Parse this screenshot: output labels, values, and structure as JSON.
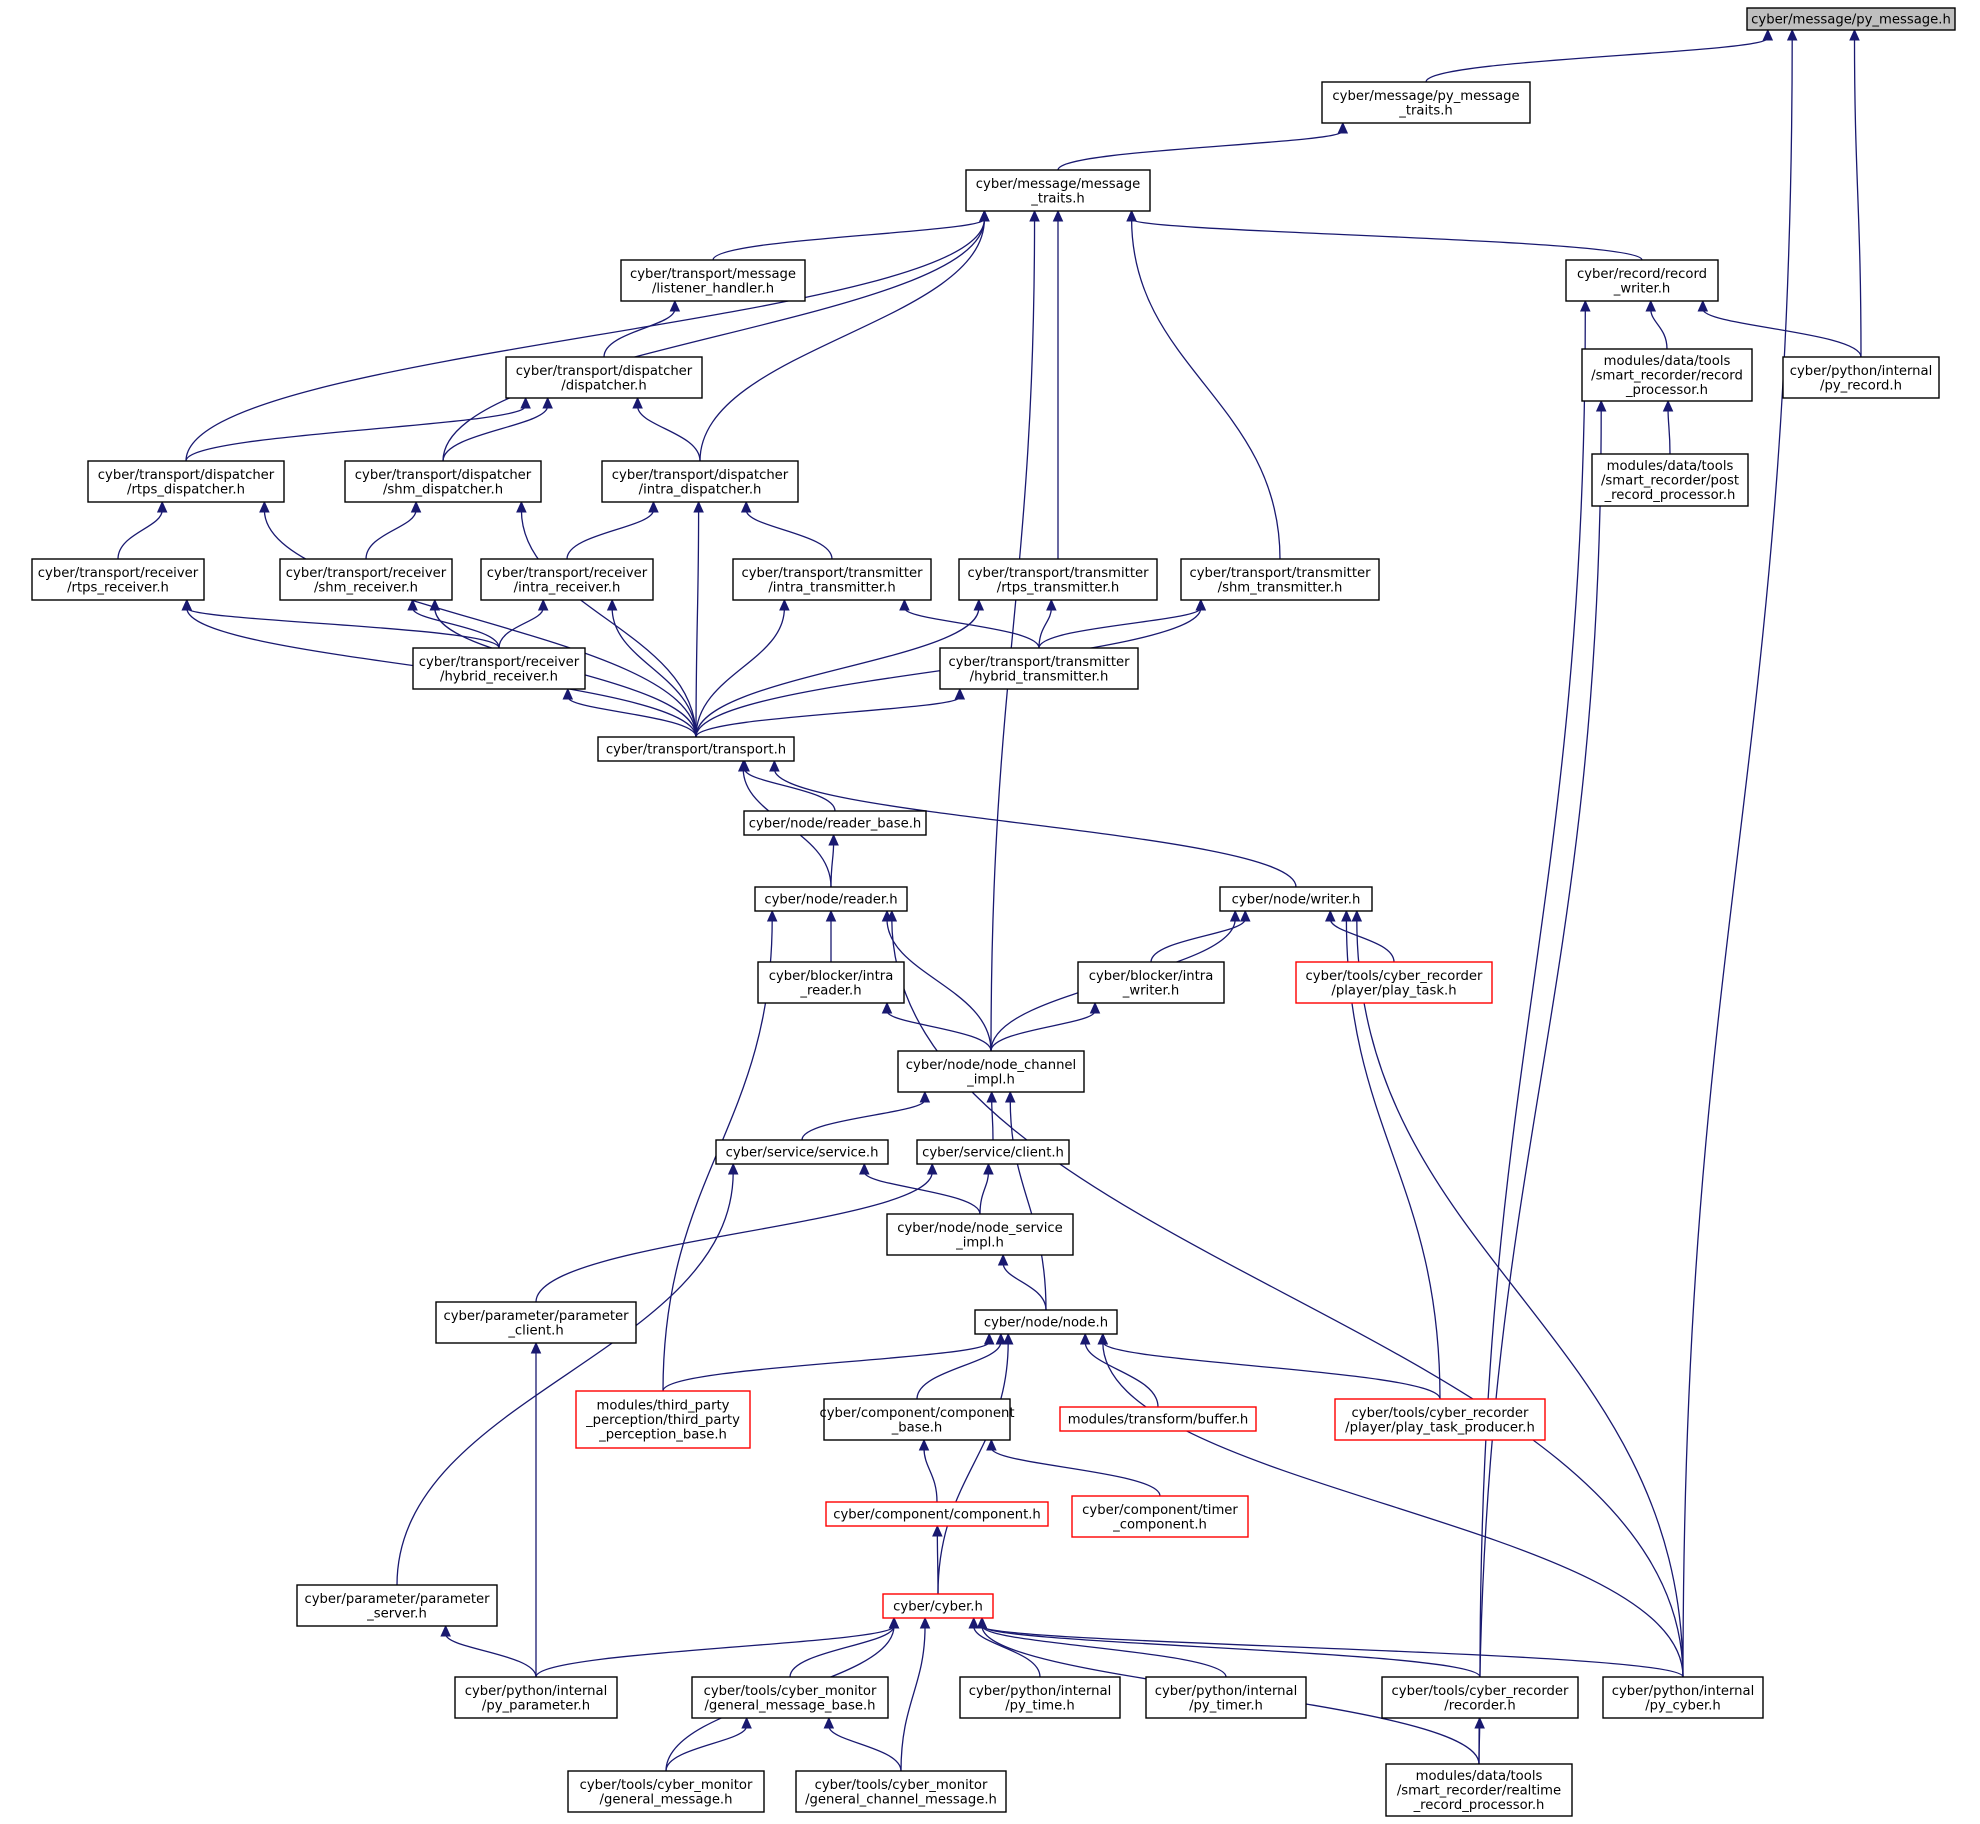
{
  "graph": {
    "colors": {
      "edge": "#191970",
      "node_border": "#000000",
      "node_border_truncated": "#ff0000",
      "root_fill": "#bfbfbf",
      "node_fill": "#ffffff"
    },
    "nodes": [
      {
        "id": "root",
        "lines": [
          "cyber/message/py_message.h"
        ],
        "style": "root"
      },
      {
        "id": "py_msg_traits",
        "lines": [
          "cyber/message/py_message",
          "_traits.h"
        ]
      },
      {
        "id": "msg_traits",
        "lines": [
          "cyber/message/message",
          "_traits.h"
        ]
      },
      {
        "id": "listener_handler",
        "lines": [
          "cyber/transport/message",
          "/listener_handler.h"
        ]
      },
      {
        "id": "record_writer",
        "lines": [
          "cyber/record/record",
          "_writer.h"
        ]
      },
      {
        "id": "dispatcher",
        "lines": [
          "cyber/transport/dispatcher",
          "/dispatcher.h"
        ]
      },
      {
        "id": "record_processor",
        "lines": [
          "modules/data/tools",
          "/smart_recorder/record",
          "_processor.h"
        ]
      },
      {
        "id": "py_record",
        "lines": [
          "cyber/python/internal",
          "/py_record.h"
        ]
      },
      {
        "id": "rtps_dispatcher",
        "lines": [
          "cyber/transport/dispatcher",
          "/rtps_dispatcher.h"
        ]
      },
      {
        "id": "shm_dispatcher",
        "lines": [
          "cyber/transport/dispatcher",
          "/shm_dispatcher.h"
        ]
      },
      {
        "id": "intra_dispatcher",
        "lines": [
          "cyber/transport/dispatcher",
          "/intra_dispatcher.h"
        ]
      },
      {
        "id": "post_record_processor",
        "lines": [
          "modules/data/tools",
          "/smart_recorder/post",
          "_record_processor.h"
        ]
      },
      {
        "id": "rtps_receiver",
        "lines": [
          "cyber/transport/receiver",
          "/rtps_receiver.h"
        ]
      },
      {
        "id": "shm_receiver",
        "lines": [
          "cyber/transport/receiver",
          "/shm_receiver.h"
        ]
      },
      {
        "id": "intra_receiver",
        "lines": [
          "cyber/transport/receiver",
          "/intra_receiver.h"
        ]
      },
      {
        "id": "intra_transmitter",
        "lines": [
          "cyber/transport/transmitter",
          "/intra_transmitter.h"
        ]
      },
      {
        "id": "rtps_transmitter",
        "lines": [
          "cyber/transport/transmitter",
          "/rtps_transmitter.h"
        ]
      },
      {
        "id": "shm_transmitter",
        "lines": [
          "cyber/transport/transmitter",
          "/shm_transmitter.h"
        ]
      },
      {
        "id": "hybrid_receiver",
        "lines": [
          "cyber/transport/receiver",
          "/hybrid_receiver.h"
        ]
      },
      {
        "id": "hybrid_transmitter",
        "lines": [
          "cyber/transport/transmitter",
          "/hybrid_transmitter.h"
        ]
      },
      {
        "id": "transport",
        "lines": [
          "cyber/transport/transport.h"
        ]
      },
      {
        "id": "reader_base",
        "lines": [
          "cyber/node/reader_base.h"
        ]
      },
      {
        "id": "reader",
        "lines": [
          "cyber/node/reader.h"
        ]
      },
      {
        "id": "writer",
        "lines": [
          "cyber/node/writer.h"
        ]
      },
      {
        "id": "intra_reader",
        "lines": [
          "cyber/blocker/intra",
          "_reader.h"
        ]
      },
      {
        "id": "intra_writer",
        "lines": [
          "cyber/blocker/intra",
          "_writer.h"
        ]
      },
      {
        "id": "play_task",
        "lines": [
          "cyber/tools/cyber_recorder",
          "/player/play_task.h"
        ],
        "style": "truncated"
      },
      {
        "id": "node_channel_impl",
        "lines": [
          "cyber/node/node_channel",
          "_impl.h"
        ]
      },
      {
        "id": "service",
        "lines": [
          "cyber/service/service.h"
        ]
      },
      {
        "id": "client",
        "lines": [
          "cyber/service/client.h"
        ]
      },
      {
        "id": "node_service_impl",
        "lines": [
          "cyber/node/node_service",
          "_impl.h"
        ]
      },
      {
        "id": "parameter_client",
        "lines": [
          "cyber/parameter/parameter",
          "_client.h"
        ]
      },
      {
        "id": "node",
        "lines": [
          "cyber/node/node.h"
        ]
      },
      {
        "id": "third_party",
        "lines": [
          "modules/third_party",
          "_perception/third_party",
          "_perception_base.h"
        ],
        "style": "truncated"
      },
      {
        "id": "component_base",
        "lines": [
          "cyber/component/component",
          "_base.h"
        ]
      },
      {
        "id": "transform_buffer",
        "lines": [
          "modules/transform/buffer.h"
        ],
        "style": "truncated"
      },
      {
        "id": "play_task_producer",
        "lines": [
          "cyber/tools/cyber_recorder",
          "/player/play_task_producer.h"
        ],
        "style": "truncated"
      },
      {
        "id": "component",
        "lines": [
          "cyber/component/component.h"
        ],
        "style": "truncated"
      },
      {
        "id": "timer_component",
        "lines": [
          "cyber/component/timer",
          "_component.h"
        ],
        "style": "truncated"
      },
      {
        "id": "parameter_server",
        "lines": [
          "cyber/parameter/parameter",
          "_server.h"
        ]
      },
      {
        "id": "cyber",
        "lines": [
          "cyber/cyber.h"
        ],
        "style": "truncated"
      },
      {
        "id": "py_parameter",
        "lines": [
          "cyber/python/internal",
          "/py_parameter.h"
        ]
      },
      {
        "id": "general_message_base",
        "lines": [
          "cyber/tools/cyber_monitor",
          "/general_message_base.h"
        ]
      },
      {
        "id": "py_time",
        "lines": [
          "cyber/python/internal",
          "/py_time.h"
        ]
      },
      {
        "id": "py_timer",
        "lines": [
          "cyber/python/internal",
          "/py_timer.h"
        ]
      },
      {
        "id": "recorder",
        "lines": [
          "cyber/tools/cyber_recorder",
          "/recorder.h"
        ]
      },
      {
        "id": "py_cyber",
        "lines": [
          "cyber/python/internal",
          "/py_cyber.h"
        ]
      },
      {
        "id": "general_message",
        "lines": [
          "cyber/tools/cyber_monitor",
          "/general_message.h"
        ]
      },
      {
        "id": "general_channel_message",
        "lines": [
          "cyber/tools/cyber_monitor",
          "/general_channel_message.h"
        ]
      },
      {
        "id": "realtime_record_processor",
        "lines": [
          "modules/data/tools",
          "/smart_recorder/realtime",
          "_record_processor.h"
        ]
      }
    ],
    "edges": [
      [
        "py_msg_traits",
        "root"
      ],
      [
        "py_record",
        "root"
      ],
      [
        "py_cyber",
        "root"
      ],
      [
        "msg_traits",
        "py_msg_traits"
      ],
      [
        "rtps_dispatcher",
        "msg_traits"
      ],
      [
        "listener_handler",
        "msg_traits"
      ],
      [
        "shm_dispatcher",
        "msg_traits"
      ],
      [
        "intra_dispatcher",
        "msg_traits"
      ],
      [
        "rtps_transmitter",
        "msg_traits"
      ],
      [
        "shm_transmitter",
        "msg_traits"
      ],
      [
        "node_channel_impl",
        "msg_traits"
      ],
      [
        "record_writer",
        "msg_traits"
      ],
      [
        "dispatcher",
        "listener_handler"
      ],
      [
        "rtps_dispatcher",
        "dispatcher"
      ],
      [
        "shm_dispatcher",
        "dispatcher"
      ],
      [
        "intra_dispatcher",
        "dispatcher"
      ],
      [
        "record_processor",
        "record_writer"
      ],
      [
        "py_record",
        "record_writer"
      ],
      [
        "recorder",
        "record_writer"
      ],
      [
        "post_record_processor",
        "record_processor"
      ],
      [
        "realtime_record_processor",
        "record_processor"
      ],
      [
        "rtps_receiver",
        "rtps_dispatcher"
      ],
      [
        "transport",
        "rtps_dispatcher"
      ],
      [
        "shm_receiver",
        "shm_dispatcher"
      ],
      [
        "transport",
        "shm_dispatcher"
      ],
      [
        "intra_receiver",
        "intra_dispatcher"
      ],
      [
        "intra_transmitter",
        "intra_dispatcher"
      ],
      [
        "transport",
        "intra_dispatcher"
      ],
      [
        "hybrid_receiver",
        "rtps_receiver"
      ],
      [
        "transport",
        "rtps_receiver"
      ],
      [
        "hybrid_receiver",
        "shm_receiver"
      ],
      [
        "transport",
        "shm_receiver"
      ],
      [
        "hybrid_receiver",
        "intra_receiver"
      ],
      [
        "transport",
        "intra_receiver"
      ],
      [
        "hybrid_transmitter",
        "intra_transmitter"
      ],
      [
        "transport",
        "intra_transmitter"
      ],
      [
        "hybrid_transmitter",
        "rtps_transmitter"
      ],
      [
        "transport",
        "rtps_transmitter"
      ],
      [
        "hybrid_transmitter",
        "shm_transmitter"
      ],
      [
        "transport",
        "shm_transmitter"
      ],
      [
        "transport",
        "hybrid_receiver"
      ],
      [
        "transport",
        "hybrid_transmitter"
      ],
      [
        "reader_base",
        "transport"
      ],
      [
        "reader",
        "transport"
      ],
      [
        "writer",
        "transport"
      ],
      [
        "reader",
        "reader_base"
      ],
      [
        "intra_reader",
        "reader"
      ],
      [
        "node_channel_impl",
        "reader"
      ],
      [
        "third_party",
        "reader"
      ],
      [
        "py_cyber",
        "reader"
      ],
      [
        "intra_writer",
        "writer"
      ],
      [
        "play_task",
        "writer"
      ],
      [
        "node_channel_impl",
        "writer"
      ],
      [
        "play_task_producer",
        "writer"
      ],
      [
        "py_cyber",
        "writer"
      ],
      [
        "node_channel_impl",
        "intra_reader"
      ],
      [
        "node_channel_impl",
        "intra_writer"
      ],
      [
        "service",
        "node_channel_impl"
      ],
      [
        "client",
        "node_channel_impl"
      ],
      [
        "node",
        "node_channel_impl"
      ],
      [
        "node_service_impl",
        "service"
      ],
      [
        "parameter_server",
        "service"
      ],
      [
        "node_service_impl",
        "client"
      ],
      [
        "parameter_client",
        "client"
      ],
      [
        "node",
        "node_service_impl"
      ],
      [
        "py_parameter",
        "parameter_client"
      ],
      [
        "third_party",
        "node"
      ],
      [
        "component_base",
        "node"
      ],
      [
        "transform_buffer",
        "node"
      ],
      [
        "play_task_producer",
        "node"
      ],
      [
        "cyber",
        "node"
      ],
      [
        "py_cyber",
        "node"
      ],
      [
        "component",
        "component_base"
      ],
      [
        "timer_component",
        "component_base"
      ],
      [
        "cyber",
        "component"
      ],
      [
        "py_parameter",
        "parameter_server"
      ],
      [
        "py_parameter",
        "cyber"
      ],
      [
        "general_message_base",
        "cyber"
      ],
      [
        "general_message",
        "cyber"
      ],
      [
        "general_channel_message",
        "cyber"
      ],
      [
        "py_time",
        "cyber"
      ],
      [
        "py_timer",
        "cyber"
      ],
      [
        "recorder",
        "cyber"
      ],
      [
        "realtime_record_processor",
        "cyber"
      ],
      [
        "py_cyber",
        "cyber"
      ],
      [
        "general_message",
        "general_message_base"
      ],
      [
        "general_channel_message",
        "general_message_base"
      ],
      [
        "realtime_record_processor",
        "recorder"
      ]
    ]
  }
}
